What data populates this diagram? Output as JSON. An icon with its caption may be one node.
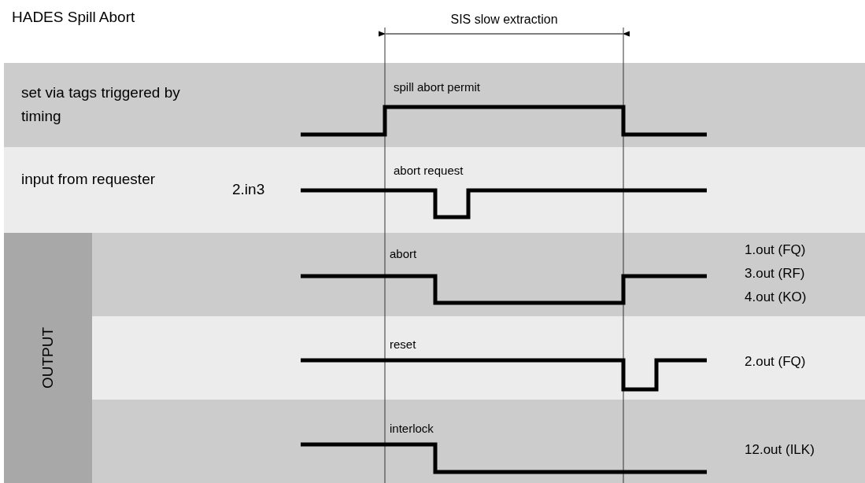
{
  "diagram": {
    "title": "HADES Spill Abort",
    "nodes": [
      {
        "text": [
          "set via tags triggered by timing",
          "spill abort permit"
        ]
      },
      {
        "text": [
          "input from requester",
          "2.in3",
          "abort request"
        ]
      },
      {
        "text": [
          "OUTPUT"
        ]
      },
      {
        "text": [
          "abort",
          "1.out (FQ)",
          "3.out (RF)",
          "4.out (KO)"
        ]
      },
      {
        "text": [
          "reset",
          "2.out (FQ)"
        ]
      },
      {
        "text": [
          "interlock",
          "12.out (ILK)"
        ]
      }
    ],
    "edges": [],
    "labels": [
      "SIS slow extraction"
    ]
  }
}
